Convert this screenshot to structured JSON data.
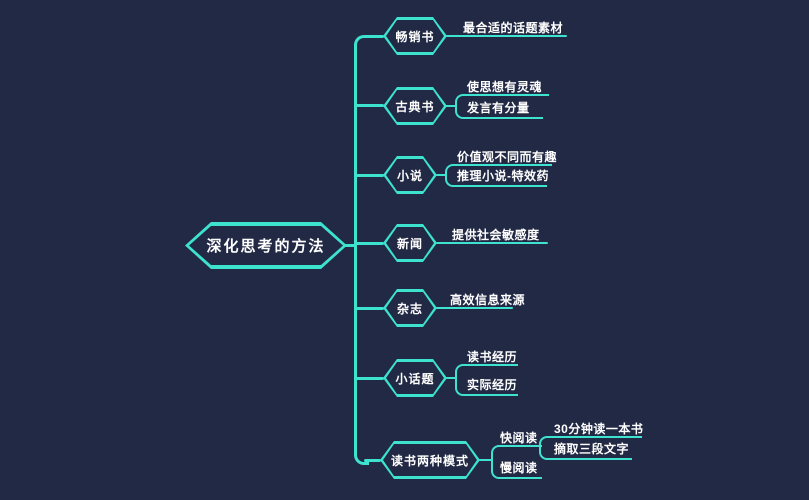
{
  "theme": {
    "background": "#222945",
    "accent": "#3DE3CE",
    "text": "#FFFFFF"
  },
  "mindmap": {
    "root": {
      "label": "深化思考的方法"
    },
    "branches": [
      {
        "label": "畅销书",
        "leaves": [
          "最合适的话题素材"
        ]
      },
      {
        "label": "古典书",
        "leaves": [
          "使思想有灵魂",
          "发言有分量"
        ]
      },
      {
        "label": "小说",
        "leaves": [
          "价值观不同而有趣",
          "推理小说-特效药"
        ]
      },
      {
        "label": "新闻",
        "leaves": [
          "提供社会敏感度"
        ]
      },
      {
        "label": "杂志",
        "leaves": [
          "高效信息来源"
        ]
      },
      {
        "label": "小话题",
        "leaves": [
          "读书经历",
          "实际经历"
        ]
      },
      {
        "label": "读书两种模式",
        "children": [
          {
            "label": "快阅读",
            "leaves": [
              "30分钟读一本书",
              "摘取三段文字"
            ]
          },
          {
            "label": "慢阅读",
            "leaves": []
          }
        ]
      }
    ]
  }
}
